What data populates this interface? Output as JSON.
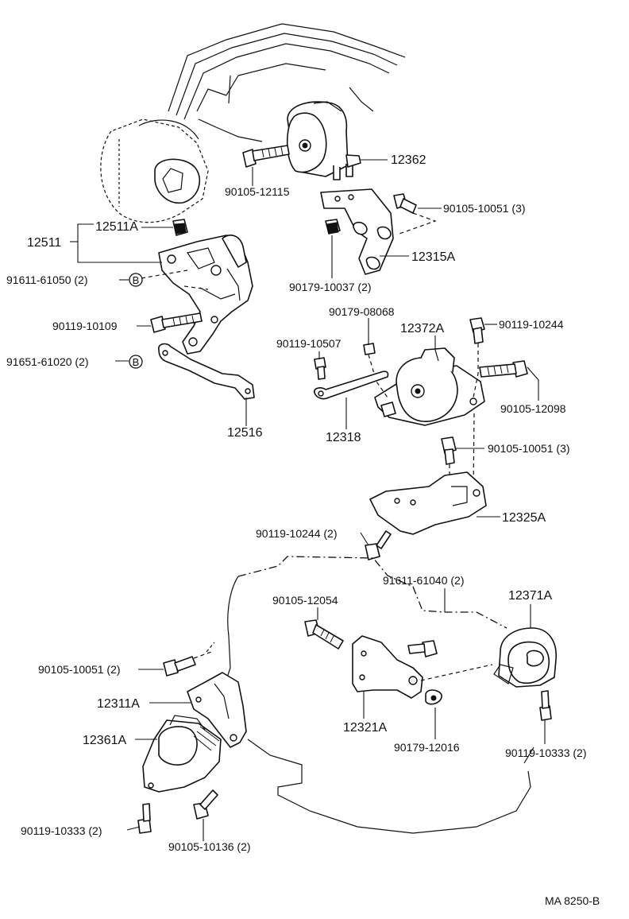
{
  "diagram_code": "MA 8250-B",
  "parts": {
    "p12362": "12362",
    "p90105_12115": "90105-12115",
    "p90105_10051_top": "90105-10051 (3)",
    "p12315A": "12315A",
    "p90179_10037": "90179-10037 (2)",
    "p12511A": "12511A",
    "p12511": "12511",
    "p91611_61050": "91611-61050 (2)",
    "p90119_10109": "90119-10109",
    "p91651_61020": "91651-61020 (2)",
    "p12516": "12516",
    "p90179_08068": "90179-08068",
    "p12372A": "12372A",
    "p90119_10244_top": "90119-10244",
    "p90119_10507": "90119-10507",
    "p90105_12098": "90105-12098",
    "p12318": "12318",
    "p90105_10051_mid": "90105-10051 (3)",
    "p12325A": "12325A",
    "p90119_10244_mid": "90119-10244 (2)",
    "p91611_61040": "91611-61040 (2)",
    "p90105_12054": "90105-12054",
    "p12371A": "12371A",
    "p90105_10051_low": "90105-10051 (2)",
    "p12311A": "12311A",
    "p12321A": "12321A",
    "p12361A": "12361A",
    "p90179_12016": "90179-12016",
    "p90119_10333_right": "90119-10333 (2)",
    "p90119_10333_left": "90119-10333 (2)",
    "p90105_10136": "90105-10136 (2)"
  },
  "markers": {
    "b1": "B",
    "b2": "B"
  }
}
